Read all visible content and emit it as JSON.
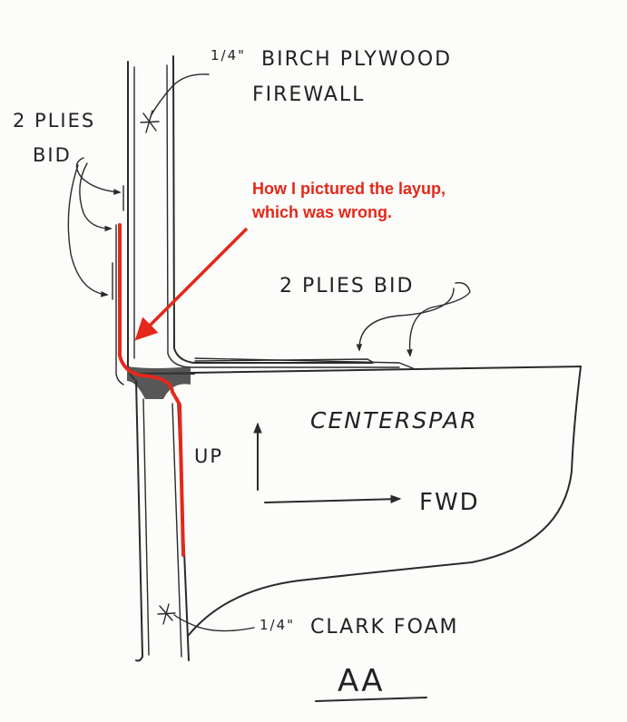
{
  "labels": {
    "plywood_line1": "1/4\" BIRCH PLYWOOD",
    "plywood_fraction": "1/4\"",
    "plywood_text": "BIRCH PLYWOOD",
    "firewall": "FIREWALL",
    "plies_left_line1": "2 PLIES",
    "plies_left_line2": "BID",
    "plies_right": "2 PLIES BID",
    "centerspar": "CENTERSPAR",
    "up": "UP",
    "fwd": "FWD",
    "foam_fraction": "1/4\"",
    "foam_text": "CLARK FOAM",
    "section": "AA"
  },
  "callout": {
    "line1": "How I pictured the layup,",
    "line2": "which was wrong.",
    "color": "#e4281a"
  },
  "colors": {
    "ink": "#2a2a2a",
    "highlight": "#e4281a",
    "paper": "#fcfcfa"
  }
}
